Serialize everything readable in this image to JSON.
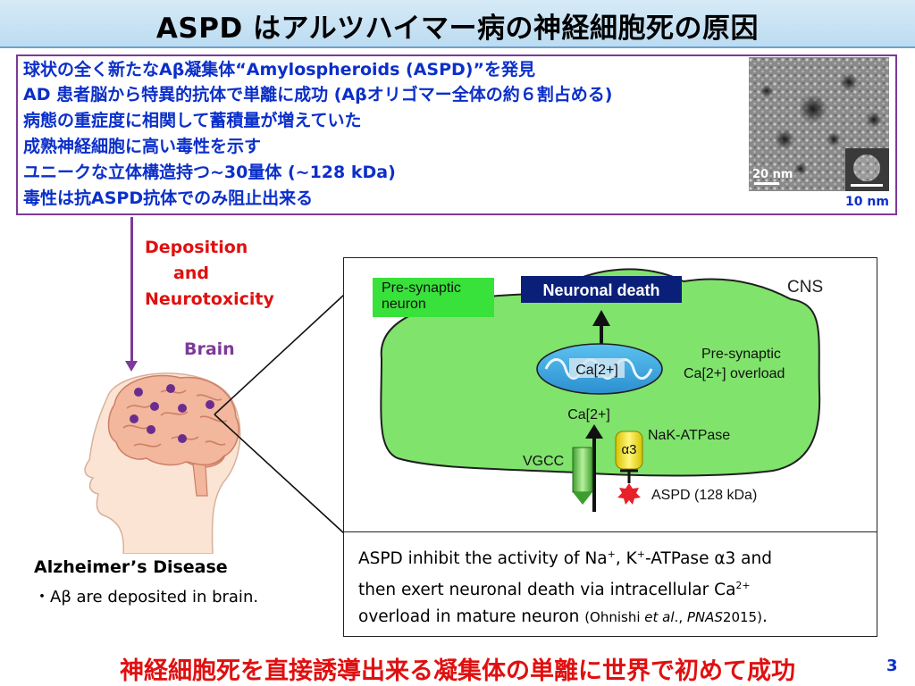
{
  "slide": {
    "title": "ASPD はアルツハイマー病の神経細胞死の原因",
    "page_number": "3",
    "footer": "神経細胞死を直接誘導出来る凝集体の単離に世界で初めて成功"
  },
  "finding_box": {
    "lines": [
      "球状の全く新たなAβ凝集体“Amylospheroids (ASPD)”を発見",
      "AD 患者脳から特異的抗体で単離に成功 (Aβオリゴマー全体の約６割占める)",
      "病態の重症度に相関して蓄積量が増えていた",
      "成熟神経細胞に高い毒性を示す",
      "ユニークな立体構造持つ~30量体 (~128 kDa)",
      "毒性は抗ASPD抗体でのみ阻止出来る"
    ],
    "micrograph": {
      "scale_large": "20 nm",
      "scale_small": "10 nm"
    }
  },
  "left_panel": {
    "arrow_label_1": "Deposition",
    "arrow_label_2": "and",
    "arrow_label_3": "Neurotoxicity",
    "brain_label": "Brain",
    "ad_heading": "Alzheimer’s Disease",
    "ad_bullet": "・Aβ are deposited in brain."
  },
  "diagram": {
    "region": "CNS",
    "presynaptic_neuron": [
      "Pre-synaptic",
      "neuron"
    ],
    "neuronal_death": "Neuronal death",
    "mito_ca": "Ca[2+]",
    "overload": [
      "Pre-synaptic",
      "Ca[2+]  overload"
    ],
    "ca_influx": "Ca[2+]",
    "nak_atpase": "NaK-ATPase",
    "alpha3": "α3",
    "vgcc": "VGCC",
    "aspd": "ASPD (128 kDa)"
  },
  "caption": {
    "line1_a": "ASPD inhibit the activity of Na",
    "line1_sup1": "+",
    "line1_b": ", K",
    "line1_sup2": "+",
    "line1_c": "-ATPase α3 and",
    "line2_a": "then exert neuronal death via intracellular Ca",
    "line2_sup": "2+",
    "line3_a": "overload in mature neuron ",
    "cite_open": "(Ohnishi ",
    "cite_etal": "et al",
    "cite_mid": "., ",
    "cite_journal": "PNAS",
    "cite_close": "2015)",
    "line3_end": "."
  },
  "colors": {
    "title_bg": "#bcdcf1",
    "box_border": "#7d3a98",
    "finding_text": "#0b2fc9",
    "accent_red": "#e01010",
    "cell_green": "#7fe36b",
    "mito_blue": "#36a8e0",
    "death_box": "#0a1f78"
  }
}
